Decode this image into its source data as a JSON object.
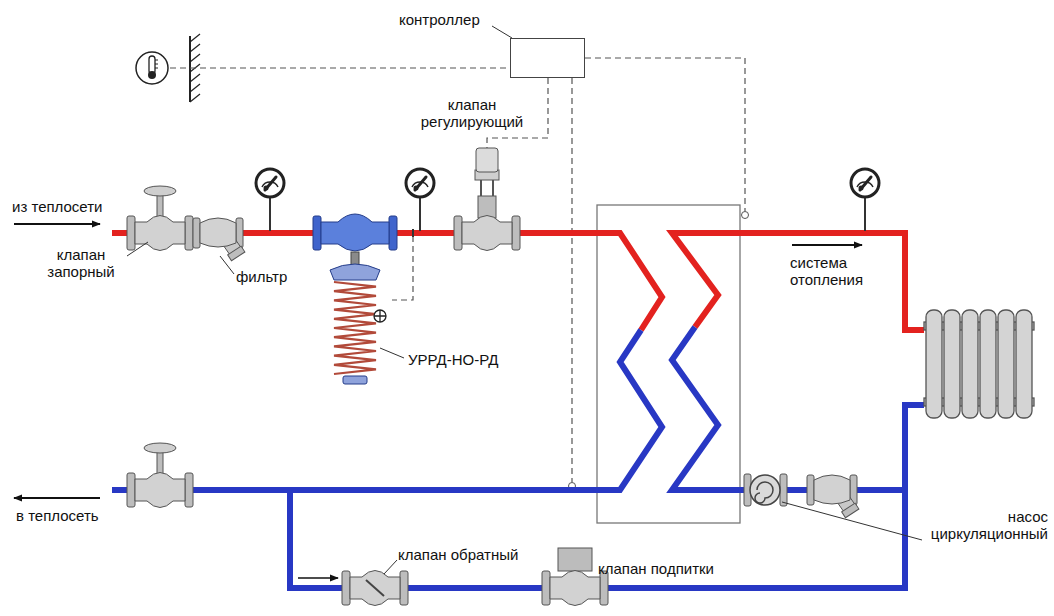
{
  "diagram": {
    "nodes": [
      {
        "text": [
          "контроллер"
        ]
      }
    ],
    "labels": [
      "из теплосети",
      "клапан запорный",
      "фильтр",
      "клапан регулирующий",
      "УРРД-НО-РД",
      "система отопления",
      "в теплосеть",
      "клапан обратный",
      "клапан подпитки",
      "насос циркуляционный"
    ]
  }
}
